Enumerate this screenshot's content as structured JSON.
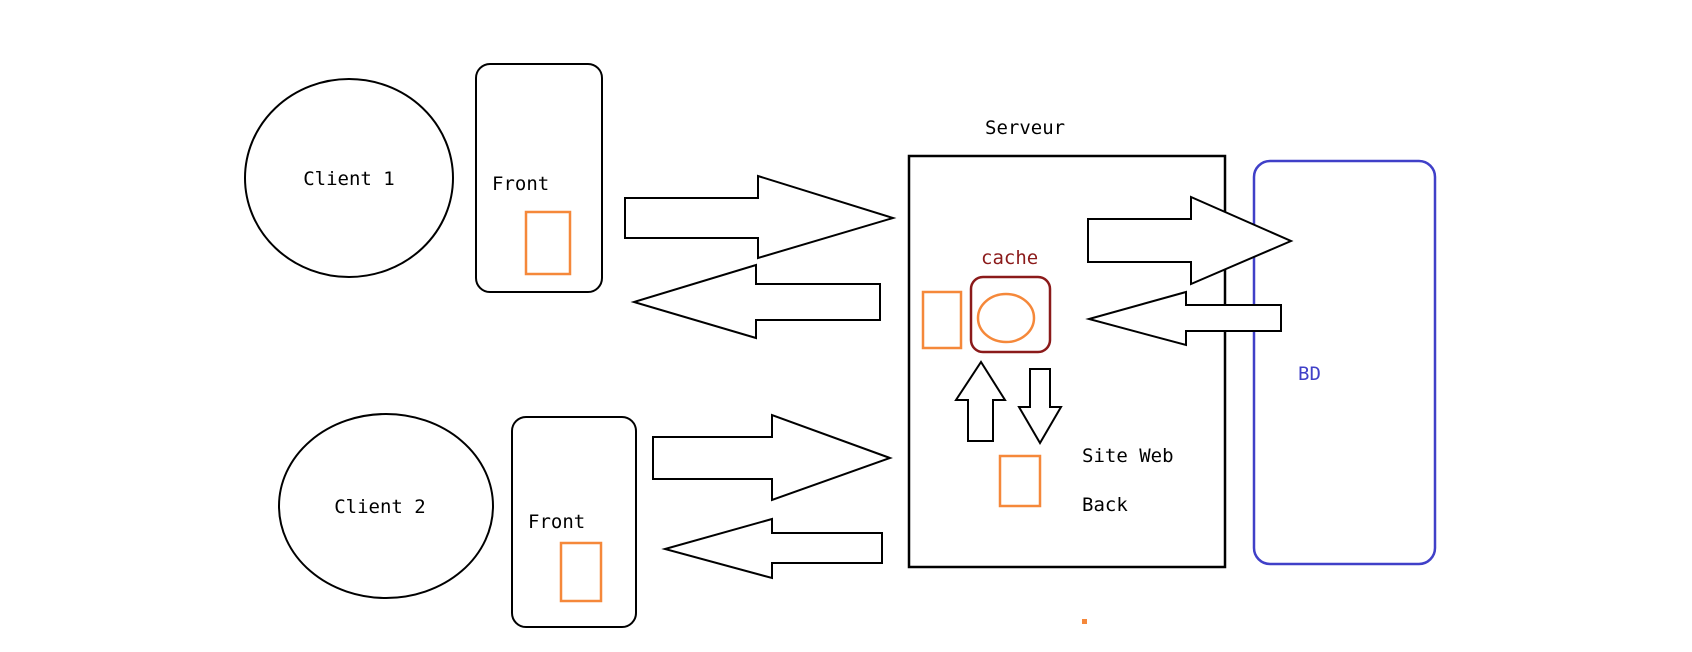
{
  "clients": [
    {
      "label": "Client 1",
      "front_label": "Front"
    },
    {
      "label": "Client 2",
      "front_label": "Front"
    }
  ],
  "server": {
    "title": "Serveur",
    "cache_label": "cache",
    "site_web_label": "Site Web",
    "back_label": "Back"
  },
  "database": {
    "label": "BD"
  },
  "colors": {
    "stroke": "#000000",
    "orange": "#f5883a",
    "cache": "#8b1a1a",
    "database": "#4040c8"
  }
}
